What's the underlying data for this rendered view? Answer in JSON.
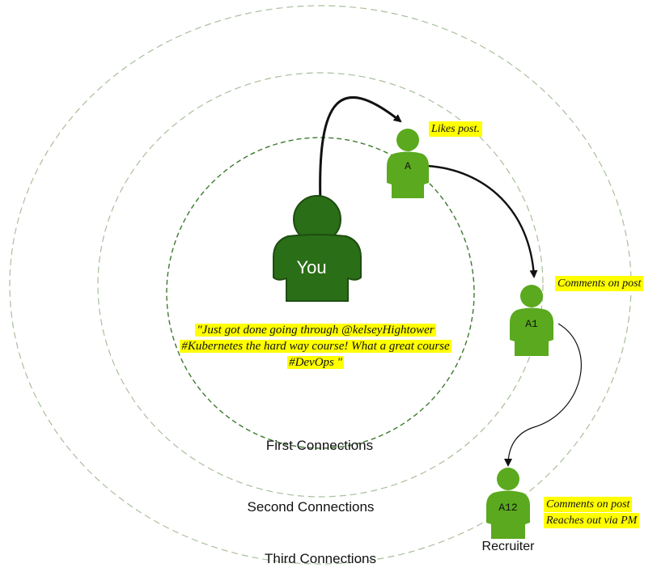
{
  "diagram": {
    "rings": [
      {
        "label": "First Connections"
      },
      {
        "label": "Second Connections"
      },
      {
        "label": "Third Connections"
      }
    ],
    "nodes": {
      "you": {
        "label": "You"
      },
      "a": {
        "label": "A",
        "note": "Likes post."
      },
      "a1": {
        "label": "A1",
        "note": "Comments on post"
      },
      "a12": {
        "label": "A12",
        "note_line1": "Comments on post",
        "note_line2": "Reaches out via PM",
        "caption": "Recruiter"
      }
    },
    "post": {
      "line1": "\"Just got done going through @kelseyHightower",
      "line2": "#Kubernetes the hard way course! What a great course",
      "line3": "#DevOps \""
    },
    "colors": {
      "you_body": "#2a6e17",
      "node_body": "#5aa91e",
      "inner_ring": "#3d7a2f",
      "outer_rings": "#a9bf9d",
      "highlight": "#ffff00",
      "arrow": "#111111"
    }
  }
}
